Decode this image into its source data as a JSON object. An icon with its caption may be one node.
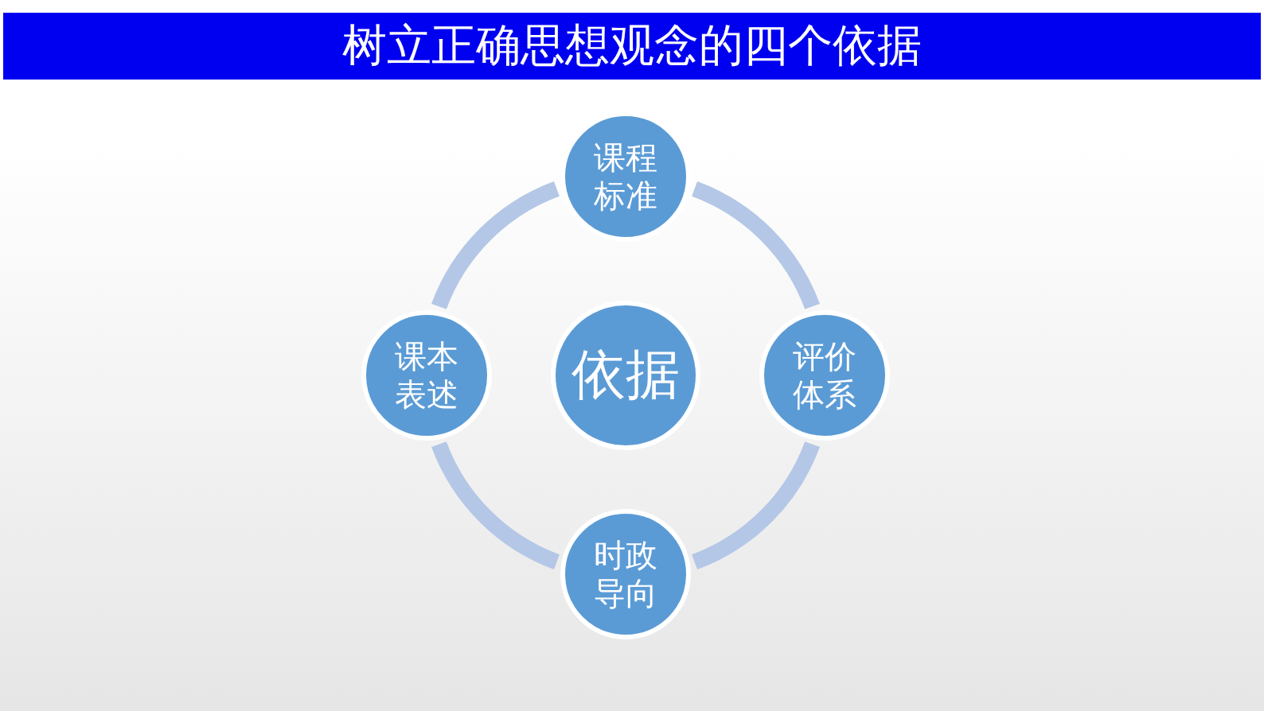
{
  "diagram": {
    "title": "树立正确思想观念的四个依据",
    "nodes": [
      {
        "text": [
          "依据"
        ]
      },
      {
        "text": [
          "课程标准"
        ]
      },
      {
        "text": [
          "评价体系"
        ]
      },
      {
        "text": [
          "时政导向"
        ]
      },
      {
        "text": [
          "课本表述"
        ]
      }
    ],
    "edges": [
      {
        "from": 1,
        "to": 2,
        "arrow": "none"
      },
      {
        "from": 2,
        "to": 3,
        "arrow": "none"
      },
      {
        "from": 3,
        "to": 4,
        "arrow": "none"
      },
      {
        "from": 4,
        "to": 1,
        "arrow": "none"
      }
    ]
  }
}
